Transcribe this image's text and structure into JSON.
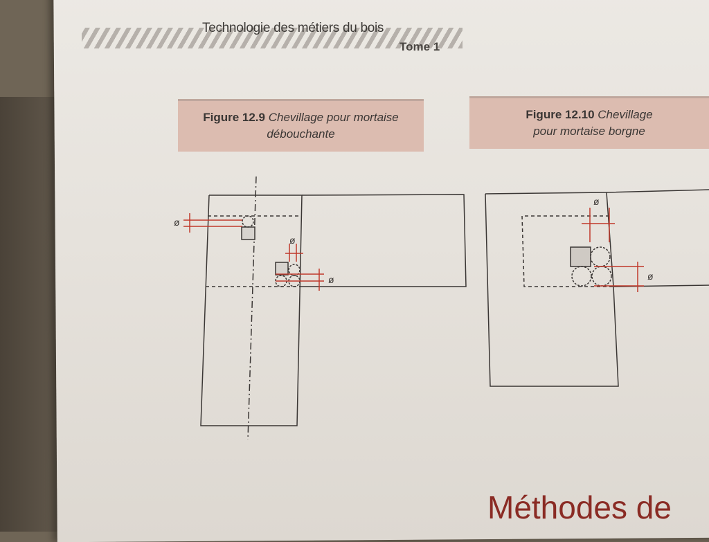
{
  "header": {
    "title": "Technologie des métiers du bois",
    "tome": "Tome 1"
  },
  "figures": [
    {
      "number": "Figure 12.9",
      "caption_line1": "Chevillage pour mortaise",
      "caption_line2": "débouchante",
      "diameter_symbol": "ø"
    },
    {
      "number": "Figure 12.10",
      "caption_line1": "Chevillage",
      "caption_line2": "pour mortaise borgne",
      "diameter_symbol": "ø"
    }
  ],
  "footer": {
    "text": "Méthodes de"
  },
  "colors": {
    "caption_bg": "#dcbcb0",
    "dimension_red": "#c0392b",
    "footer_red": "#8a2b24"
  }
}
